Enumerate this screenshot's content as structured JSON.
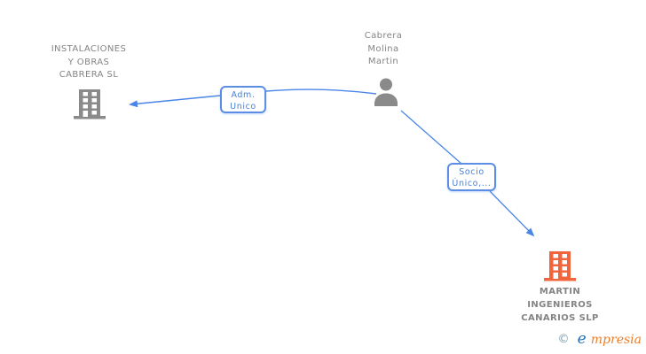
{
  "nodes": {
    "instalaciones": {
      "name_lines": [
        "INSTALACIONES",
        "Y OBRAS",
        "CABRERA SL"
      ],
      "icon": "building-icon"
    },
    "cabrera": {
      "name_lines": [
        "Cabrera",
        "Molina",
        "Martin"
      ],
      "icon": "person-icon"
    },
    "martin": {
      "name_lines": [
        "MARTIN",
        "INGENIEROS",
        "CANARIOS SLP"
      ],
      "icon": "building-icon"
    }
  },
  "edges": [
    {
      "id": "adm-unico",
      "label_lines": [
        "Adm.",
        "Unico"
      ],
      "from": "Cabrera Molina Martin",
      "to": "INSTALACIONES Y OBRAS CABRERA SL"
    },
    {
      "id": "socio-unico",
      "label_lines": [
        "Socio",
        "Único,..."
      ],
      "from": "Cabrera Molina Martin",
      "to": "MARTIN INGENIEROS CANARIOS SLP"
    }
  ],
  "colors": {
    "edge": "#4a86e8",
    "label_border": "#5b8ee4",
    "label_text": "#4a7fd4",
    "node_text": "#848484",
    "gray_icon": "#8a8a8a",
    "orange_icon": "#f1653c",
    "logo_blue": "#1e6fb8",
    "logo_orange": "#e8802f"
  },
  "logo": {
    "copyright": "©",
    "initial": "e",
    "rest": "mpresia"
  }
}
